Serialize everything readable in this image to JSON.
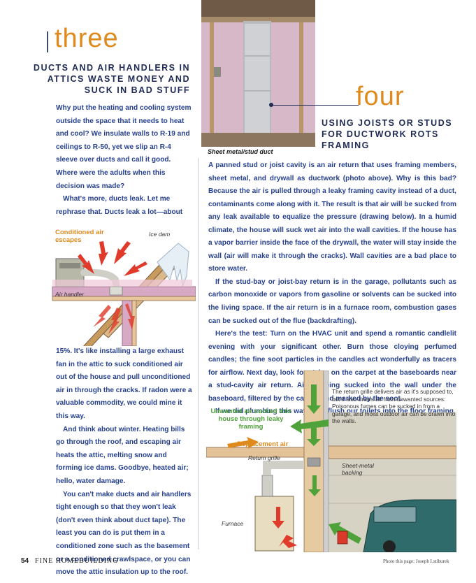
{
  "section_three": {
    "number": "three",
    "heading": "DUCTS AND AIR HANDLERS IN ATTICS WASTE MONEY AND SUCK IN BAD STUFF",
    "paragraphs_top": [
      "Why put the heating and cooling system outside the space that it needs to heat and cool? We insulate walls to R-19 and ceilings to R-50, yet we slip an R-4 sleeve over ducts and call it good. Where were the adults when this decision was made?",
      "What's more, ducts leak. Let me rephrase that. Ducts leak a lot—about"
    ],
    "paragraphs_bottom": [
      "15%. It's like installing a large exhaust fan in the attic to suck conditioned air out of the house and pull unconditioned air in through the cracks. If radon were a valuable commodity, we could mine it this way.",
      "And think about winter. Heating bills go through the roof, and escaping air heats the attic, melting snow and forming ice dams. Goodbye, heated air; hello, water damage.",
      "You can't make ducts and air handlers tight enough so that they won't leak (don't even think about duct tape). The least you can do is put them in a conditioned zone such as the basement or a conditioned crawlspace, or you can move the attic insulation up to the roof."
    ],
    "illustration_labels": {
      "conditioned": "Conditioned air escapes",
      "ice_dam": "Ice dam",
      "air_handler": "Air handler"
    }
  },
  "section_four": {
    "number": "four",
    "heading": "USING JOISTS OR STUDS FOR DUCTWORK ROTS FRAMING",
    "photo_caption": "Sheet metal/stud duct",
    "paragraphs": [
      "A panned stud or joist cavity is an air return that uses framing members, sheet metal, and drywall as ductwork (photo above). Why is this bad? Because the air is pulled through a leaky framing cavity instead of a duct, contaminants come along with it. The result is that air will be sucked from any leak available to equalize the pressure (drawing below). In a humid climate, the house will suck wet air into the wall cavities. If the house has a vapor barrier inside the face of the drywall, the water will stay inside the wall (air will make it through the cracks). Wall cavities are a bad place to store water.",
      "If the stud-bay or joist-bay return is in the garage, pollutants such as carbon monoxide or vapors from gasoline or solvents can be sucked into the living space. If the air return is in a furnace room, combustion gases can be sucked out of the flue (backdrafting).",
      "Here's the test: Turn on the HVAC unit and spend a romantic candlelit evening with your significant other. Burn those cloying perfumed candles; the fine soot particles in the candles act wonderfully as tracers for airflow. Next day, look for stains on the carpet at the baseboards near a stud-cavity air return. Air is being sucked into the wall under the baseboard, filtered by the carpet, and marked by the soot.",
      "If we did plumbing this way, we'd flush our toilets into the floor framing."
    ],
    "illustration_labels": {
      "note": "The return grille delivers air as it's supposed to, but it also draws air from unwanted sources: Poisonous fumes can be sucked in from a garage, and moist outdoor air can be drawn into the walls.",
      "unwanted": "Unwanted air sucked into house through leaky framing",
      "replacement": "Replacement air",
      "return_grille": "Return grille",
      "sheet_metal": "Sheet-metal backing",
      "furnace": "Furnace"
    }
  },
  "footer": {
    "page_number": "54",
    "magazine": "FINE HOMEBUILDING",
    "credit": "Photo this page: Joseph Lstiburek"
  },
  "colors": {
    "accent_orange": "#e08a1e",
    "body_blue": "#27418f",
    "heading_navy": "#1f2a55",
    "green": "#4fa23a"
  }
}
